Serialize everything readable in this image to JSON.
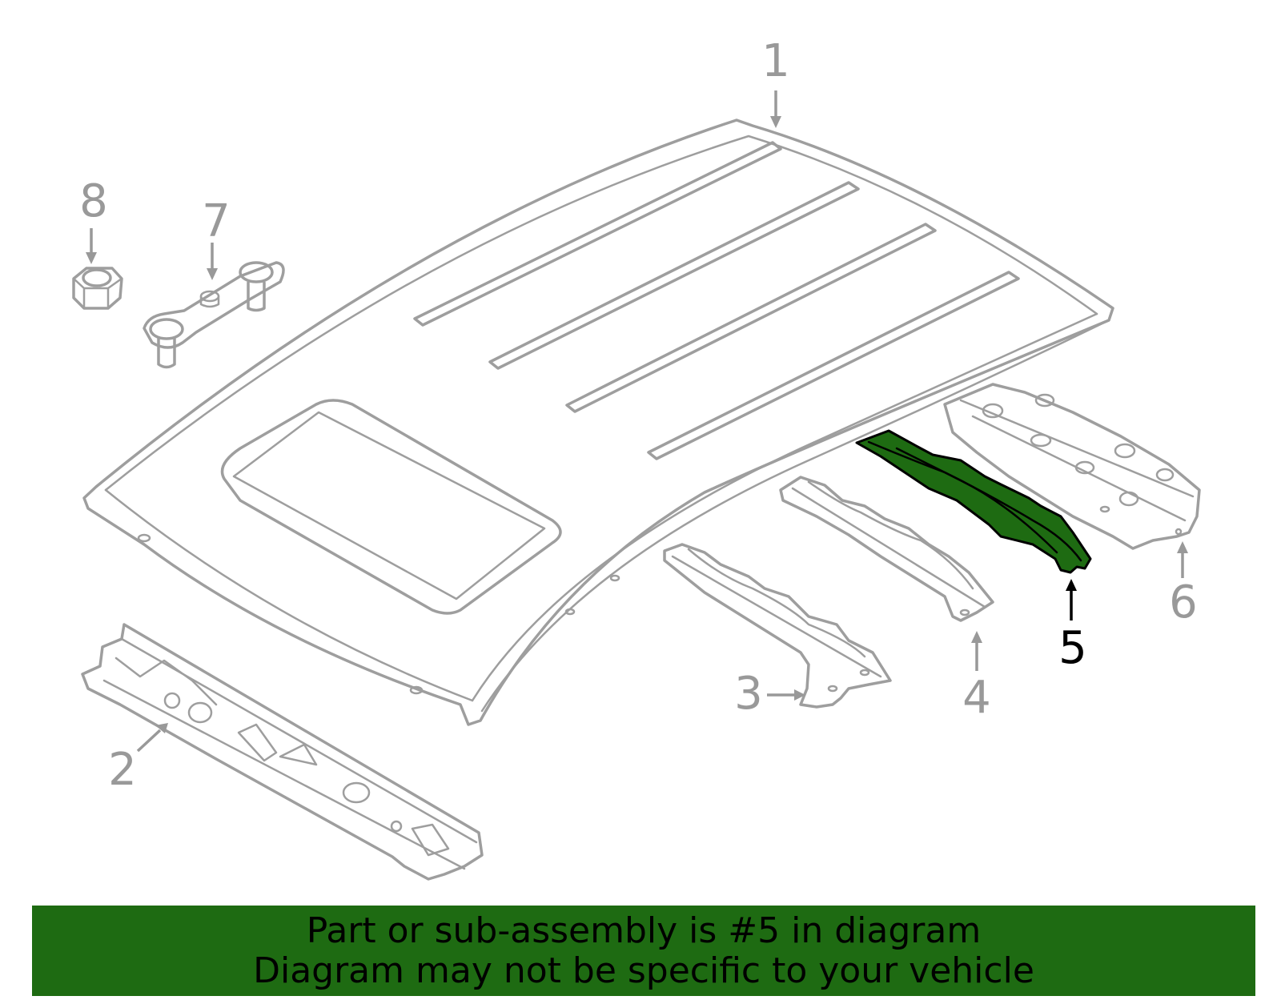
{
  "callouts": {
    "c1": "1",
    "c2": "2",
    "c3": "3",
    "c4": "4",
    "c5": "5",
    "c6": "6",
    "c7": "7",
    "c8": "8"
  },
  "highlighted_part": "5",
  "colors": {
    "highlight_fill": "#1e6b12",
    "line_gray": "#9e9e9e",
    "callout_gray": "#999999",
    "banner_bg": "#1e6b12"
  },
  "banner": {
    "line1": "Part or sub-assembly is #5 in diagram",
    "line2": "Diagram may not be specific to your vehicle"
  }
}
